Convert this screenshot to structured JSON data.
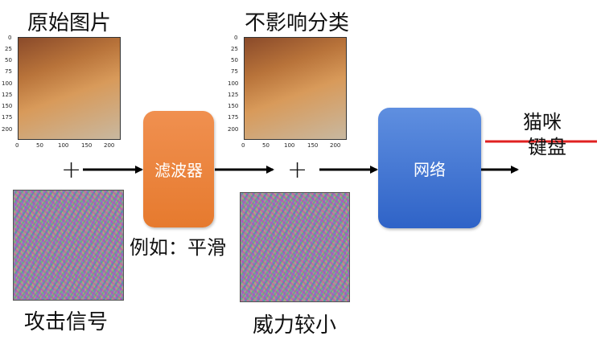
{
  "labels": {
    "original_image": "原始图片",
    "no_effect": "不影响分类",
    "attack_signal": "攻击信号",
    "small_power": "威力较小",
    "example_smoothing": "例如：平滑",
    "cat": "猫咪",
    "keyboard": "键盘"
  },
  "boxes": {
    "filter": "滤波器",
    "network": "网络"
  },
  "symbols": {
    "plus": "+"
  },
  "axis_ticks": {
    "y": [
      "0",
      "25",
      "50",
      "75",
      "100",
      "125",
      "150",
      "175",
      "200"
    ],
    "x": [
      "0",
      "50",
      "100",
      "150",
      "200"
    ]
  },
  "colors": {
    "filter_box": "#e67a2e",
    "network_box": "#2f63c7",
    "strike_line": "#e02020"
  }
}
